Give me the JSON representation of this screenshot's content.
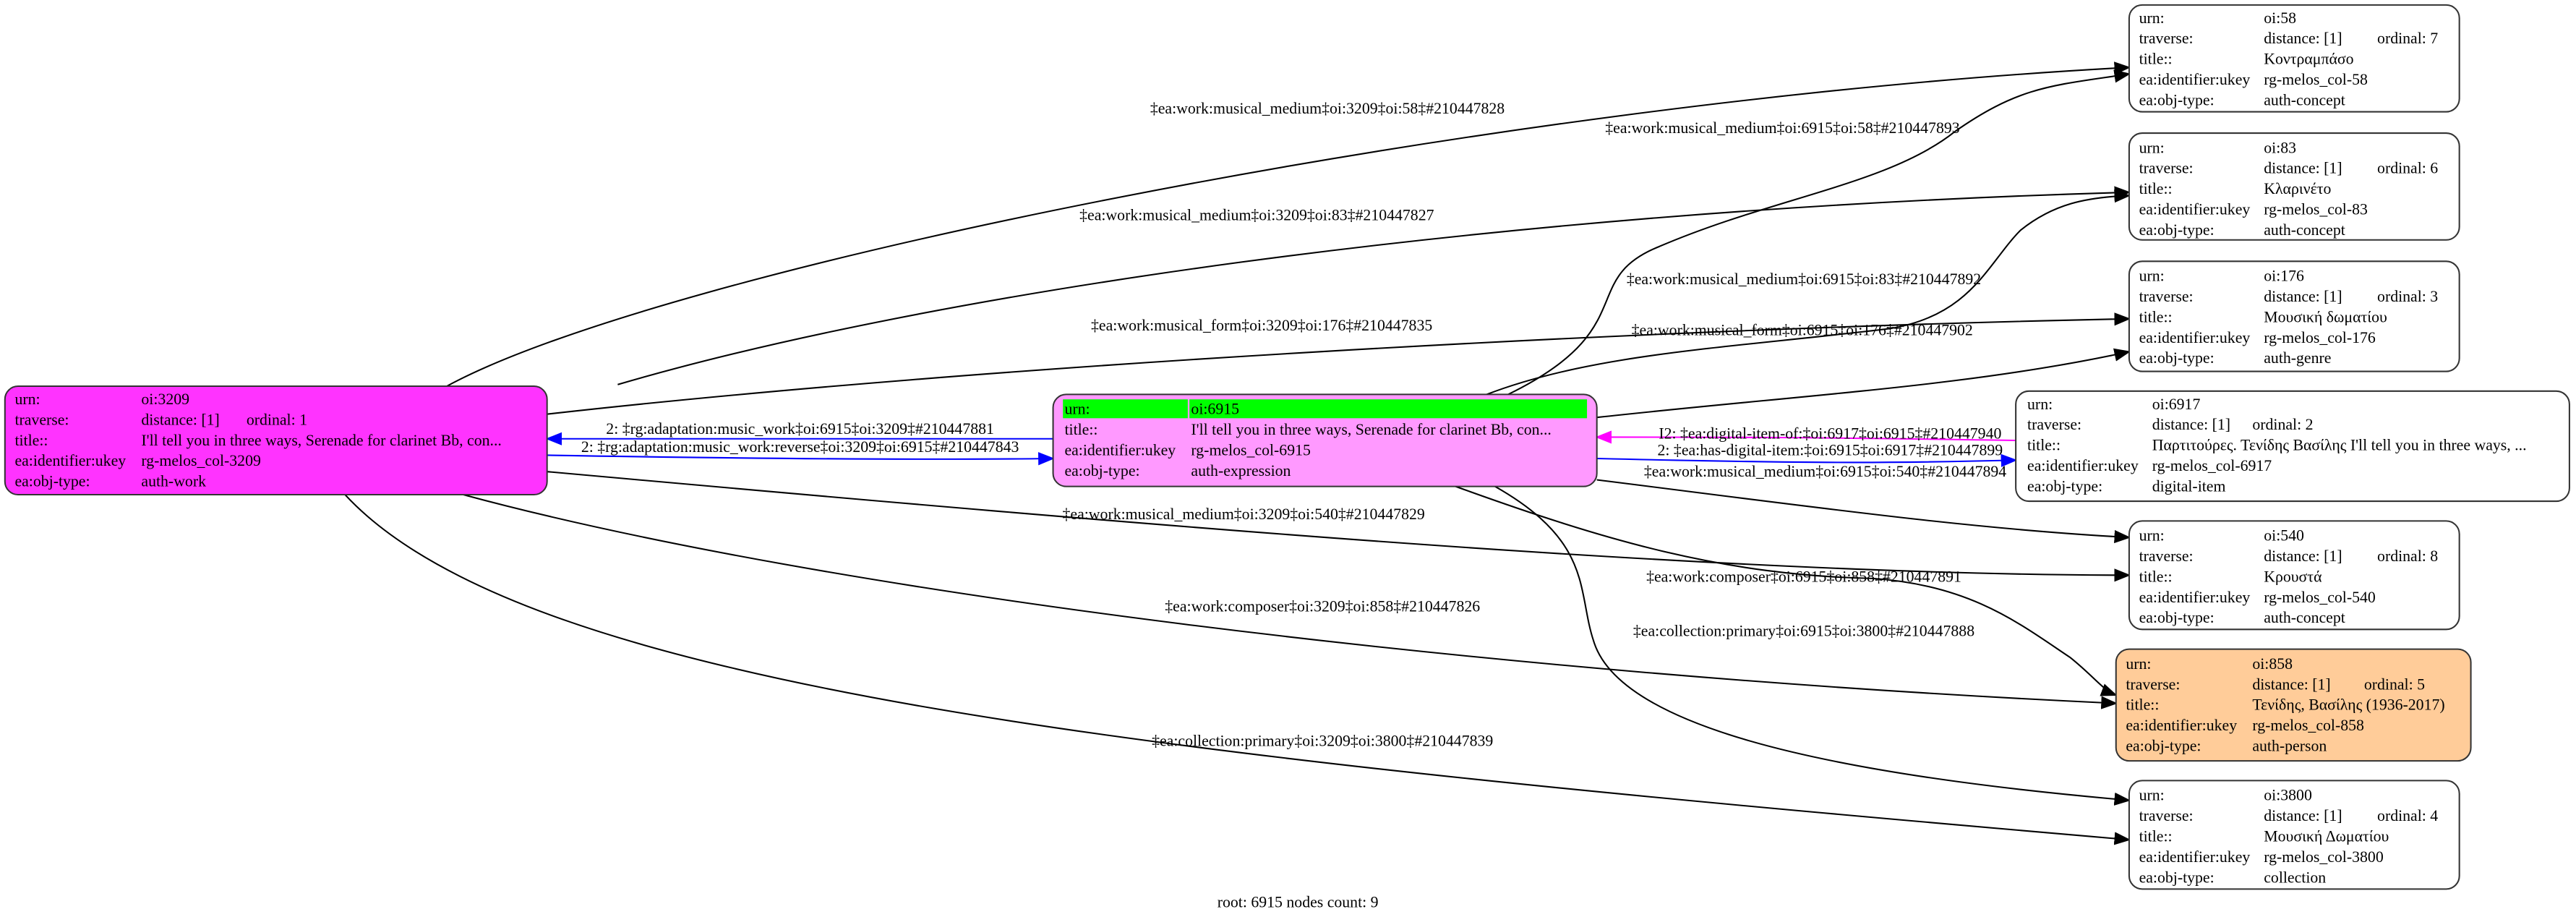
{
  "nodes": [
    {
      "id": "n3209",
      "fill": "#ff33ff",
      "rows": [
        {
          "label": "urn:",
          "value": "oi:3209"
        },
        {
          "label": "traverse:",
          "value": "distance: [1]",
          "extra": "ordinal: 1"
        },
        {
          "label": "title::",
          "value": "I'll tell you in three ways, Serenade for clarinet Bb, con..."
        },
        {
          "label": "ea:identifier:ukey",
          "value": "rg-melos_col-3209"
        },
        {
          "label": "ea:obj-type:",
          "value": "auth-work"
        }
      ]
    },
    {
      "id": "n6915",
      "fill": "#ff99ff",
      "highlight": "#00ff00",
      "rows": [
        {
          "label": "urn:",
          "value": "oi:6915"
        },
        {
          "label": "title::",
          "value": "I'll tell you in three ways, Serenade for clarinet Bb, con..."
        },
        {
          "label": "ea:identifier:ukey",
          "value": "rg-melos_col-6915"
        },
        {
          "label": "ea:obj-type:",
          "value": "auth-expression"
        }
      ]
    },
    {
      "id": "n58",
      "fill": "#ffffff",
      "rows": [
        {
          "label": "urn:",
          "value": "oi:58"
        },
        {
          "label": "traverse:",
          "value": "distance: [1]",
          "extra": "ordinal: 7"
        },
        {
          "label": "title::",
          "value": "Κοντραμπάσο"
        },
        {
          "label": "ea:identifier:ukey",
          "value": "rg-melos_col-58"
        },
        {
          "label": "ea:obj-type:",
          "value": "auth-concept"
        }
      ]
    },
    {
      "id": "n83",
      "fill": "#ffffff",
      "rows": [
        {
          "label": "urn:",
          "value": "oi:83"
        },
        {
          "label": "traverse:",
          "value": "distance: [1]",
          "extra": "ordinal: 6"
        },
        {
          "label": "title::",
          "value": "Κλαρινέτο"
        },
        {
          "label": "ea:identifier:ukey",
          "value": "rg-melos_col-83"
        },
        {
          "label": "ea:obj-type:",
          "value": "auth-concept"
        }
      ]
    },
    {
      "id": "n176",
      "fill": "#ffffff",
      "rows": [
        {
          "label": "urn:",
          "value": "oi:176"
        },
        {
          "label": "traverse:",
          "value": "distance: [1]",
          "extra": "ordinal: 3"
        },
        {
          "label": "title::",
          "value": "Μουσική δωματίου"
        },
        {
          "label": "ea:identifier:ukey",
          "value": "rg-melos_col-176"
        },
        {
          "label": "ea:obj-type:",
          "value": "auth-genre"
        }
      ]
    },
    {
      "id": "n6917",
      "fill": "#ffffff",
      "rows": [
        {
          "label": "urn:",
          "value": "oi:6917"
        },
        {
          "label": "traverse:",
          "value": "distance: [1]",
          "extra": "ordinal: 2"
        },
        {
          "label": "title::",
          "value": "Παρτιτούρες. Τενίδης Βασίλης I'll tell you in three ways, ..."
        },
        {
          "label": "ea:identifier:ukey",
          "value": "rg-melos_col-6917"
        },
        {
          "label": "ea:obj-type:",
          "value": "digital-item"
        }
      ]
    },
    {
      "id": "n540",
      "fill": "#ffffff",
      "rows": [
        {
          "label": "urn:",
          "value": "oi:540"
        },
        {
          "label": "traverse:",
          "value": "distance: [1]",
          "extra": "ordinal: 8"
        },
        {
          "label": "title::",
          "value": "Κρουστά"
        },
        {
          "label": "ea:identifier:ukey",
          "value": "rg-melos_col-540"
        },
        {
          "label": "ea:obj-type:",
          "value": "auth-concept"
        }
      ]
    },
    {
      "id": "n858",
      "fill": "#ffcc99",
      "rows": [
        {
          "label": "urn:",
          "value": "oi:858"
        },
        {
          "label": "traverse:",
          "value": "distance: [1]",
          "extra": "ordinal: 5"
        },
        {
          "label": "title::",
          "value": "Τενίδης, Βασίλης (1936-2017)"
        },
        {
          "label": "ea:identifier:ukey",
          "value": "rg-melos_col-858"
        },
        {
          "label": "ea:obj-type:",
          "value": "auth-person"
        }
      ]
    },
    {
      "id": "n3800",
      "fill": "#ffffff",
      "rows": [
        {
          "label": "urn:",
          "value": "oi:3800"
        },
        {
          "label": "traverse:",
          "value": "distance: [1]",
          "extra": "ordinal: 4"
        },
        {
          "label": "title::",
          "value": "Μουσική Δωματίου"
        },
        {
          "label": "ea:identifier:ukey",
          "value": "rg-melos_col-3800"
        },
        {
          "label": "ea:obj-type:",
          "value": "collection"
        }
      ]
    }
  ],
  "edges": [
    {
      "id": "e1",
      "from": "oi:3209",
      "to": "oi:58",
      "color": "#000000",
      "label": "‡ea:work:musical_medium‡oi:3209‡oi:58‡#210447828"
    },
    {
      "id": "e2",
      "from": "oi:3209",
      "to": "oi:83",
      "color": "#000000",
      "label": "‡ea:work:musical_medium‡oi:3209‡oi:83‡#210447827"
    },
    {
      "id": "e3",
      "from": "oi:3209",
      "to": "oi:176",
      "color": "#000000",
      "label": "‡ea:work:musical_form‡oi:3209‡oi:176‡#210447835"
    },
    {
      "id": "e4",
      "from": "oi:6915",
      "to": "oi:3209",
      "color": "#0000ff",
      "label": "2: ‡rg:adaptation:music_work‡oi:6915‡oi:3209‡#210447881"
    },
    {
      "id": "e5",
      "from": "oi:3209",
      "to": "oi:6915",
      "color": "#0000ff",
      "label": "2: ‡rg:adaptation:music_work:reverse‡oi:3209‡oi:6915‡#210447843"
    },
    {
      "id": "e6",
      "from": "oi:3209",
      "to": "oi:540",
      "color": "#000000",
      "label": "‡ea:work:musical_medium‡oi:3209‡oi:540‡#210447829"
    },
    {
      "id": "e7",
      "from": "oi:3209",
      "to": "oi:858",
      "color": "#000000",
      "label": "‡ea:work:composer‡oi:3209‡oi:858‡#210447826"
    },
    {
      "id": "e8",
      "from": "oi:3209",
      "to": "oi:3800",
      "color": "#000000",
      "label": "‡ea:collection:primary‡oi:3209‡oi:3800‡#210447839"
    },
    {
      "id": "e9",
      "from": "oi:6915",
      "to": "oi:58",
      "color": "#000000",
      "label": "‡ea:work:musical_medium‡oi:6915‡oi:58‡#210447893"
    },
    {
      "id": "e10",
      "from": "oi:6915",
      "to": "oi:83",
      "color": "#000000",
      "label": "‡ea:work:musical_medium‡oi:6915‡oi:83‡#210447892"
    },
    {
      "id": "e11",
      "from": "oi:6915",
      "to": "oi:176",
      "color": "#000000",
      "label": "‡ea:work:musical_form‡oi:6915‡oi:176‡#210447902"
    },
    {
      "id": "e12",
      "from": "oi:6917",
      "to": "oi:6915",
      "color": "#ff00ff",
      "label": "I2: ‡ea:digital-item-of:‡oi:6917‡oi:6915‡#210447940"
    },
    {
      "id": "e13",
      "from": "oi:6915",
      "to": "oi:6917",
      "color": "#0000ff",
      "label": "2: ‡ea:has-digital-item:‡oi:6915‡oi:6917‡#210447899"
    },
    {
      "id": "e14",
      "from": "oi:6915",
      "to": "oi:540",
      "color": "#000000",
      "label": "‡ea:work:musical_medium‡oi:6915‡oi:540‡#210447894"
    },
    {
      "id": "e15",
      "from": "oi:6915",
      "to": "oi:858",
      "color": "#000000",
      "label": "‡ea:work:composer‡oi:6915‡oi:858‡#210447891"
    },
    {
      "id": "e16",
      "from": "oi:6915",
      "to": "oi:3800",
      "color": "#000000",
      "label": "‡ea:collection:primary‡oi:6915‡oi:3800‡#210447888"
    }
  ],
  "footer": "root: 6915 nodes count: 9"
}
